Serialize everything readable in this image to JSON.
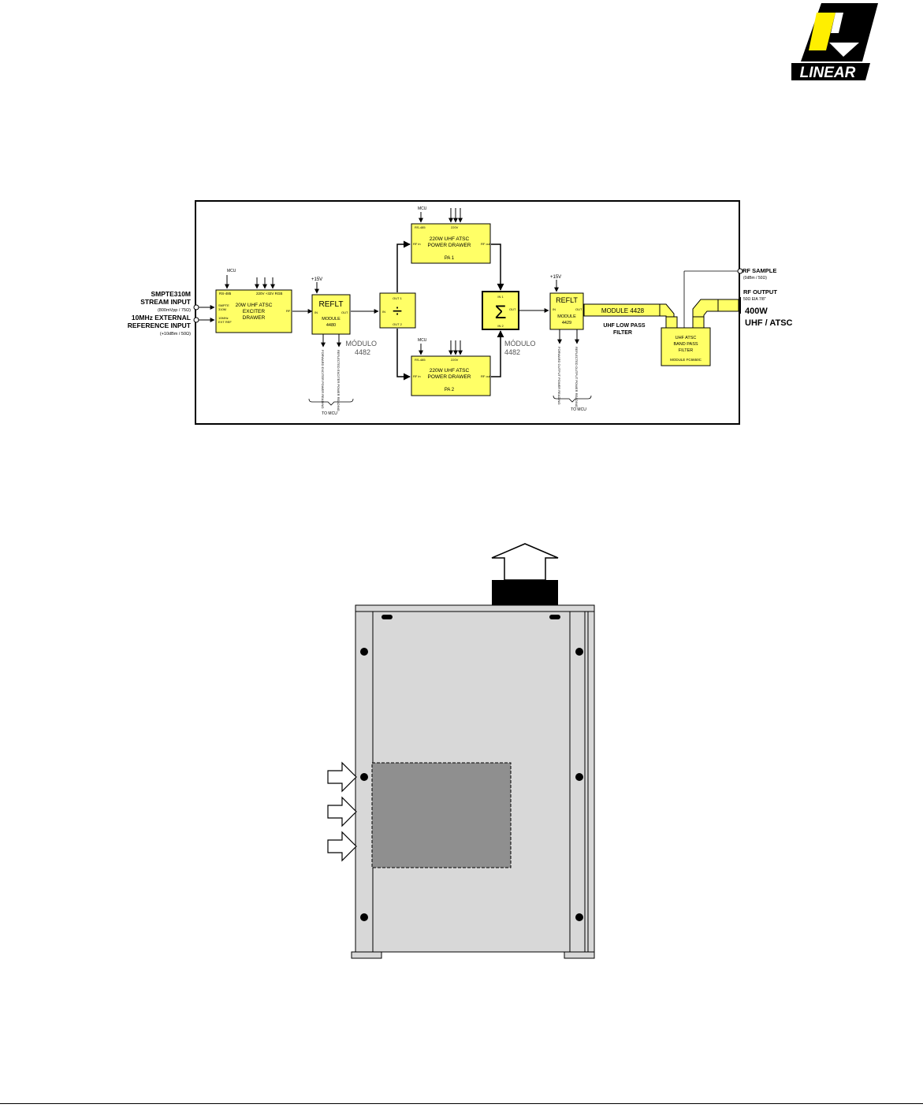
{
  "logo": {
    "text": "LINEAR"
  },
  "block_diagram": {
    "inputs": {
      "stream_line1": "SMPTE310M",
      "stream_line2": "STREAM INPUT",
      "stream_sub": "(800mVpp / 75Ω)",
      "ref_line1": "10MHz EXTERNAL",
      "ref_line2": "REFERENCE INPUT",
      "ref_sub": "(+10dBm / 50Ω)"
    },
    "exciter": {
      "title_line1": "20W UHF ATSC",
      "title_line2": "EXCITER",
      "title_line3": "DRAWER",
      "mcu": "MCU",
      "rs485": "RS-485",
      "supply": "220V  +32V  RGB",
      "port_smpte": "SMPTE",
      "port_smpte2": "310M",
      "port_10mhz": "10MHz",
      "port_ext": "EXT REF",
      "port_rf": "RF"
    },
    "reflt_left": {
      "supply": "+15V",
      "title": "REFLT",
      "module": "MODULE",
      "number": "4480",
      "port_in": "IN",
      "port_out": "OUT",
      "reading1": "FORWARD EXCITER POWER READING",
      "reading2": "REFLECTED EXCITER POWER READING",
      "to_mcu": "TO MCU"
    },
    "divider": {
      "symbol": "÷",
      "out1": "OUT 1",
      "out2": "OUT 2",
      "port_in": "IN",
      "label1": "MÓDULO",
      "label2": "4482"
    },
    "pa1": {
      "line1": "220W UHF ATSC",
      "line2": "POWER DRAWER",
      "line3": "PA 1",
      "mcu": "MCU",
      "rs485": "RS-485",
      "supply": "220V",
      "port_in": "RF in",
      "port_out": "RF out"
    },
    "pa2": {
      "line1": "220W UHF ATSC",
      "line2": "POWER DRAWER",
      "line3": "PA 2",
      "mcu": "MCU",
      "rs485": "RS-485",
      "supply": "220V",
      "port_in": "RF in",
      "port_out": "RF out"
    },
    "combiner": {
      "symbol": "Σ",
      "in1": "IN 1",
      "in2": "IN 2",
      "port_out": "OUT",
      "label1": "MÓDULO",
      "label2": "4482"
    },
    "reflt_right": {
      "supply": "+15V",
      "title": "REFLT",
      "module": "MODULE",
      "number": "4429",
      "port_in": "IN",
      "port_out": "OUT",
      "reading1": "FORWARD OUTPUT POWER READING",
      "reading2": "REFLECTED OUTPUT POWER READING",
      "to_mcu": "TO MCU"
    },
    "lowpass": {
      "module": "MODULE 4428",
      "line1": "UHF LOW PASS",
      "line2": "FILTER"
    },
    "bandpass": {
      "line1": "UHF ATSC",
      "line2": "BAND PASS",
      "line3": "FILTER",
      "line4": "MODULE FC6650C"
    },
    "outputs": {
      "sample": "RF SAMPLE",
      "sample_sub": "(0dBm / 50Ω)",
      "output": "RF OUTPUT",
      "output_sub": "50Ω EIA 7/8\"",
      "power": "400W",
      "band": "UHF / ATSC"
    }
  },
  "palette": {
    "module_fill": "#ffff66",
    "cabinet_fill": "#d8d8d8",
    "heatsink_fill": "#8f8f8f"
  }
}
